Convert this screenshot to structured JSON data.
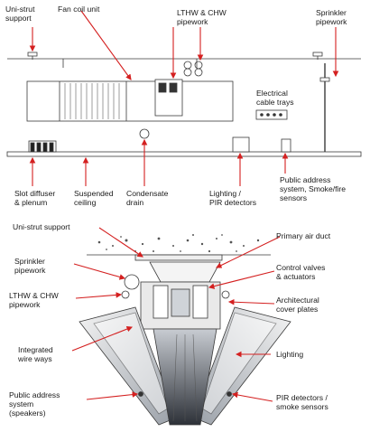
{
  "top": {
    "unistrut": "Uni-strut\nsupport",
    "fan_coil": "Fan coil unit",
    "lthw_chw": "LTHW & CHW\npipework",
    "sprinkler": "Sprinkler\npipework",
    "cable_trays": "Electrical\ncable trays",
    "slot_diffuser": "Slot diffuser\n& plenum",
    "suspended_ceiling": "Suspended\nceiling",
    "condensate": "Condensate\ndrain",
    "lighting_pir": "Lighting /\nPIR detectors",
    "public_address": "Public address\nsystem, Smoke/fire\nsensors"
  },
  "bottom": {
    "unistrut": "Uni-strut support",
    "primary_duct": "Primary air duct",
    "sprinkler": "Sprinkler\npipework",
    "control_valves": "Control valves\n& actuators",
    "lthw_chw": "LTHW & CHW\npipework",
    "arch_plates": "Architectural\ncover plates",
    "wire_ways": "Integrated\nwire ways",
    "lighting": "Lighting",
    "public_address": "Public address\nsystem\n(speakers)",
    "pir_smoke": "PIR detectors /\nsmoke sensors"
  },
  "colors": {
    "arrow": "#d42020",
    "line": "#3a3a3a",
    "text": "#1a1a1a"
  }
}
